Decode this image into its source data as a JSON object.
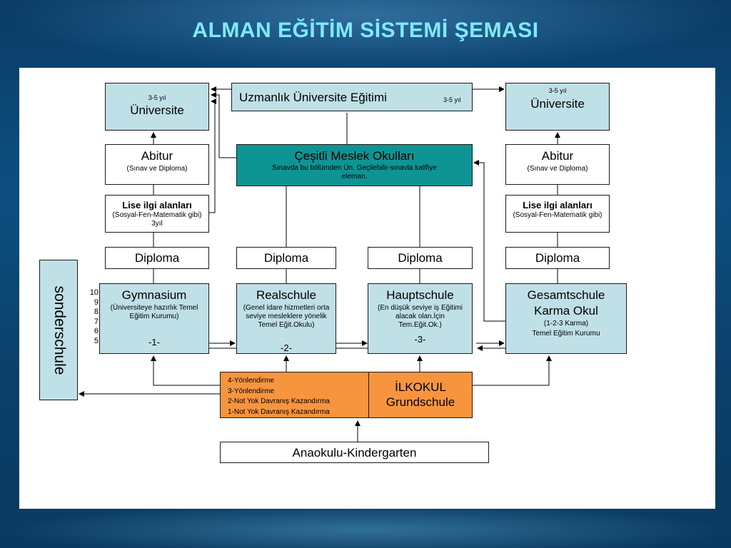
{
  "title": "ALMAN EĞİTİM SİSTEMİ ŞEMASI",
  "universite_left": {
    "years": "3-5 yıl",
    "label": "Üniversite"
  },
  "universite_right": {
    "years": "3-5 yıl",
    "label": "Üniversite"
  },
  "uzmanlik": {
    "label": "Uzmanlık Üniversite Eğitimi",
    "years": "3-5 yıl"
  },
  "abitur_left": {
    "label": "Abitur",
    "sub": "(Sınav ve Diploma)"
  },
  "abitur_right": {
    "label": "Abitur",
    "sub": "(Sınav ve Diploma)"
  },
  "meslek": {
    "label": "Çeşitli Meslek Okulları",
    "sub": "Sınavda bu bölümden Ün. Geçilebilir-sınavla kalifiye eleman."
  },
  "lise_left": {
    "label": "Lise ilgi alanları",
    "sub": "(Sosyal-Fen-Matematik gibi) 3yıl"
  },
  "lise_right": {
    "label": "Lise ilgi alanları",
    "sub": "(Sosyal-Fen-Matematik gibi)"
  },
  "diploma": {
    "d1": "Diploma",
    "d2": "Diploma",
    "d3": "Diploma",
    "d4": "Diploma"
  },
  "gymnasium": {
    "label": "Gymnasium",
    "sub": "(Üniversiteye hazırlık Temel Eğitim Kurumu)",
    "num": "-1-"
  },
  "realschule": {
    "label": "Realschule",
    "sub": "(Genel idare hizmetleri orta seviye mesleklere yönelik Temel Eğit.Okulu)",
    "num": "-2-"
  },
  "hauptschule": {
    "label": "Hauptschule",
    "sub": "(En düşük seviye iş Eğitimi alacak olan.İçin Tem.Eğit.Ok.)",
    "num": "-3-"
  },
  "gesamtschule": {
    "label1": "Gesamtschule",
    "label2": "Karma Okul",
    "sub1": "(1-2-3 Karma)",
    "sub2": "Temel Eğitim Kurumu"
  },
  "sonderschule": "sonderschule",
  "grades": [
    "10",
    "9",
    "8",
    "7",
    "6",
    "5"
  ],
  "yonlendirme": {
    "l1": "4-Yönlendirme",
    "l2": "3-Yönlendirme",
    "l3": "2-Not Yok  Davranış Kazandırma",
    "l4": "1-Not Yok  Davranış Kazandırma"
  },
  "ilkokul": {
    "label1": "İLKOKUL",
    "label2": "Grundschule"
  },
  "anaokulu": "Anaokulu-Kindergarten",
  "colors": {
    "title": "#7fe9ff",
    "light_blue": "#bfe0e6",
    "teal": "#0f9494",
    "orange": "#f7953f"
  }
}
